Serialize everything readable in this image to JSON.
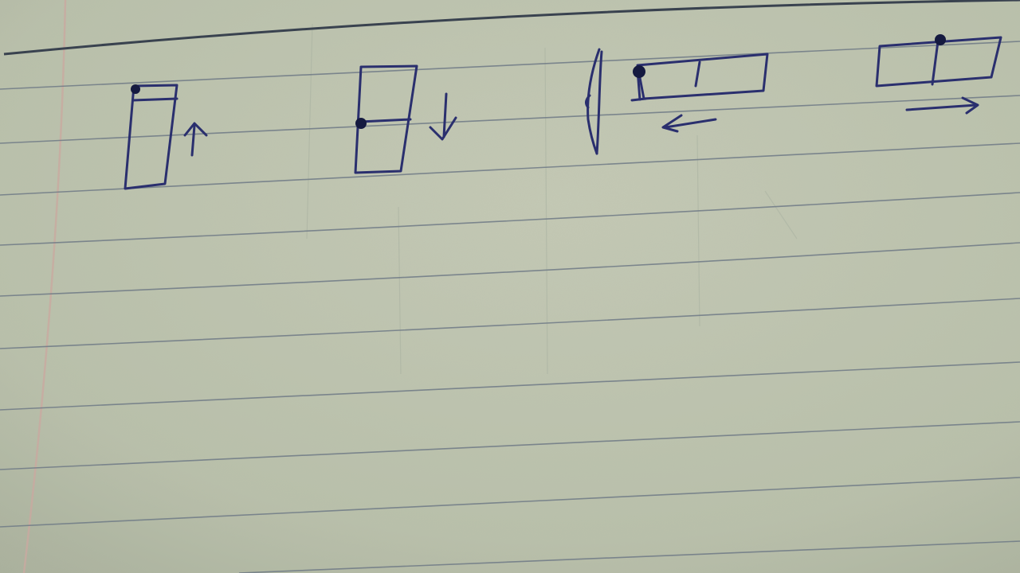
{
  "scene": {
    "subject": "ruled-notebook-page",
    "colors": {
      "paper": "#b9c0aa",
      "paper_light": "#c4c9b4",
      "paper_shadow": "#a9b09b",
      "ruled_line": "#6f7a86",
      "top_line": "#39424f",
      "margin_line": "#c9a9a0",
      "faint_vertical": "#a8b0a0",
      "ink": "#2a2f6e",
      "ink_dot": "#151a40"
    }
  },
  "sketches": [
    {
      "shape": "tall-rectangle",
      "marker_position": "top-left",
      "arrow": "up"
    },
    {
      "shape": "tall-rectangle-split",
      "marker_position": "middle-left",
      "arrow": "down"
    },
    {
      "shape": "wide-rectangle-with-curved-stroke",
      "marker_position": "left",
      "arrow": "left"
    },
    {
      "shape": "wide-rectangle-split",
      "marker_position": "top-middle",
      "arrow": "right"
    }
  ]
}
